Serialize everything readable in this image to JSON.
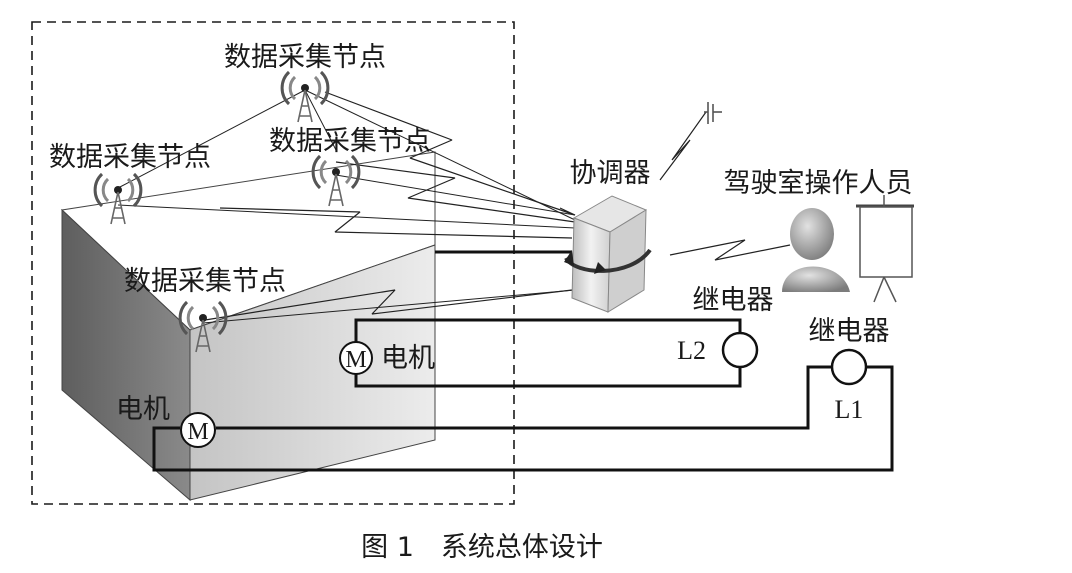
{
  "node_label": "数据采集节点",
  "coordinator_label": "协调器",
  "operator_label": "驾驶室操作人员",
  "relay_label": "继电器",
  "motor_label": "电机",
  "motor_symbol": "M",
  "relay_ids": [
    "L1",
    "L2"
  ],
  "caption": "图 1　系统总体设计",
  "icons": [
    "antenna-icon",
    "server-icon",
    "person-icon",
    "screen-icon",
    "lightning-icon"
  ],
  "colors": {
    "line": "#1a1a1a",
    "box_front": "#7a7a7a",
    "box_top": "#ffffff",
    "box_side": "#d2d2d2"
  }
}
